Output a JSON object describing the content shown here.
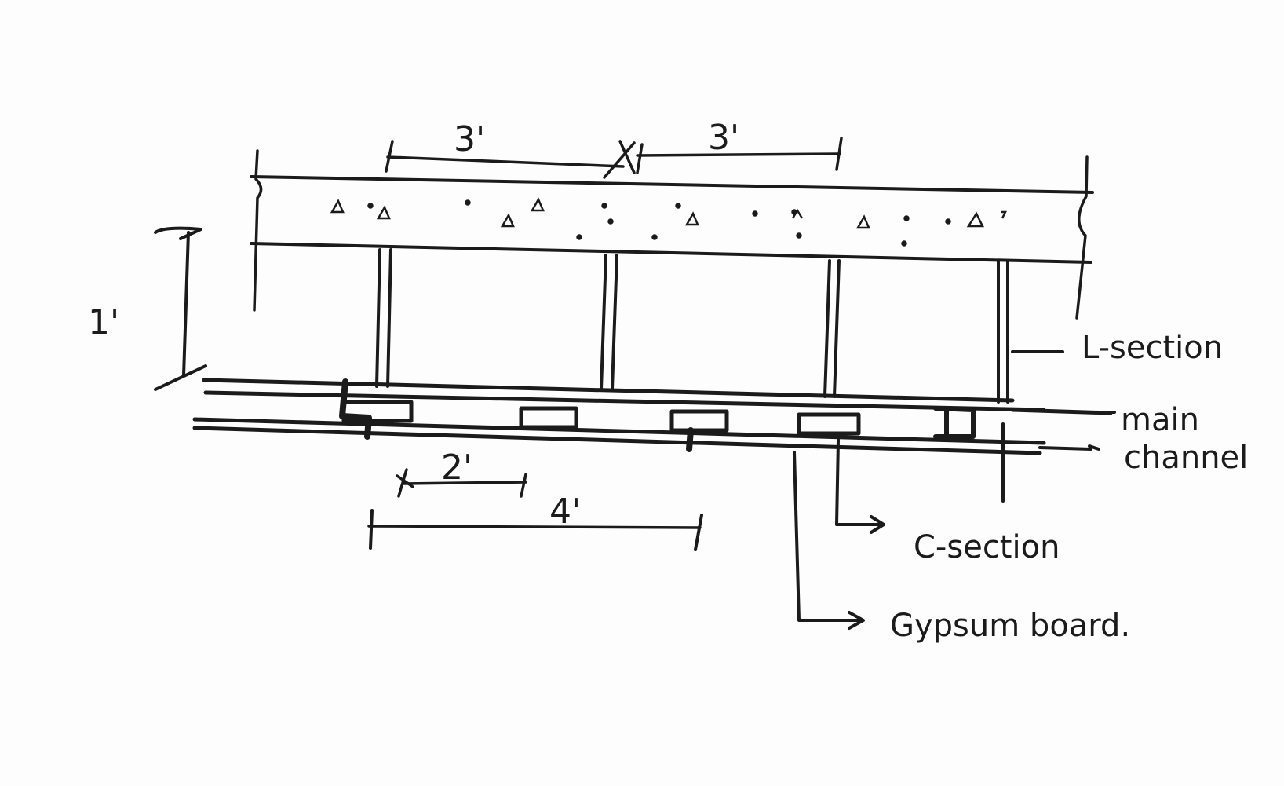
{
  "diagram": {
    "dimensions": {
      "hanger_spacing_left": "3'",
      "hanger_spacing_right": "3'",
      "ceiling_drop": "1'",
      "c_section_spacing": "2'",
      "main_channel_spacing": "4'"
    },
    "labels": {
      "l_section": "L-section",
      "main_channel_line1": "main",
      "main_channel_line2": "channel",
      "c_section": "C-section",
      "gypsum_board": "Gypsum board."
    }
  }
}
